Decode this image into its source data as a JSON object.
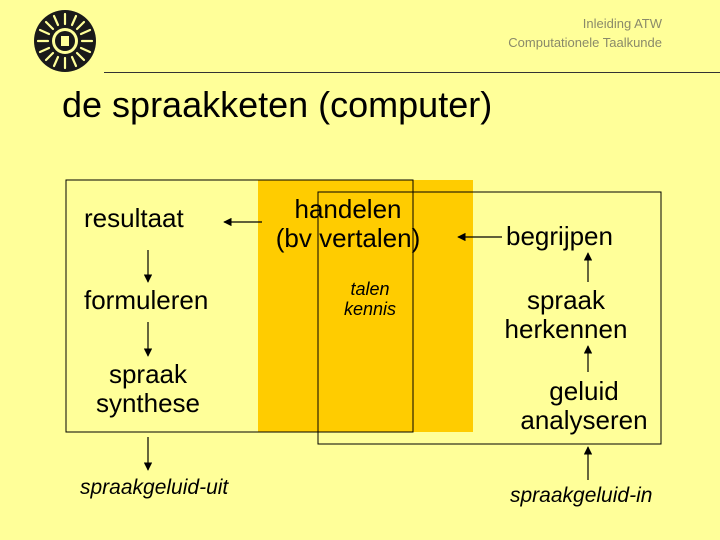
{
  "header": {
    "line1": "Inleiding ATW",
    "line2": "Computationele Taalkunde"
  },
  "slide": {
    "title": "de spraakketen (computer)"
  },
  "diagram": {
    "left_column": {
      "resultaat": "resultaat",
      "formuleren": "formuleren",
      "synthese_line1": "spraak",
      "synthese_line2": "synthese",
      "output": "spraakgeluid-uit"
    },
    "center": {
      "handelen_line1": "handelen",
      "handelen_line2": "(bv vertalen)",
      "kennis_line1": "talen",
      "kennis_line2": "kennis"
    },
    "right_column": {
      "begrijpen": "begrijpen",
      "herkennen_line1": "spraak",
      "herkennen_line2": "herkennen",
      "analyseren_line1": "geluid",
      "analyseren_line2": "analyseren",
      "input": "spraakgeluid-in"
    },
    "colors": {
      "background": "#FFFF99",
      "knowledge_band": "#FFCC00",
      "lines": "#000000"
    }
  }
}
